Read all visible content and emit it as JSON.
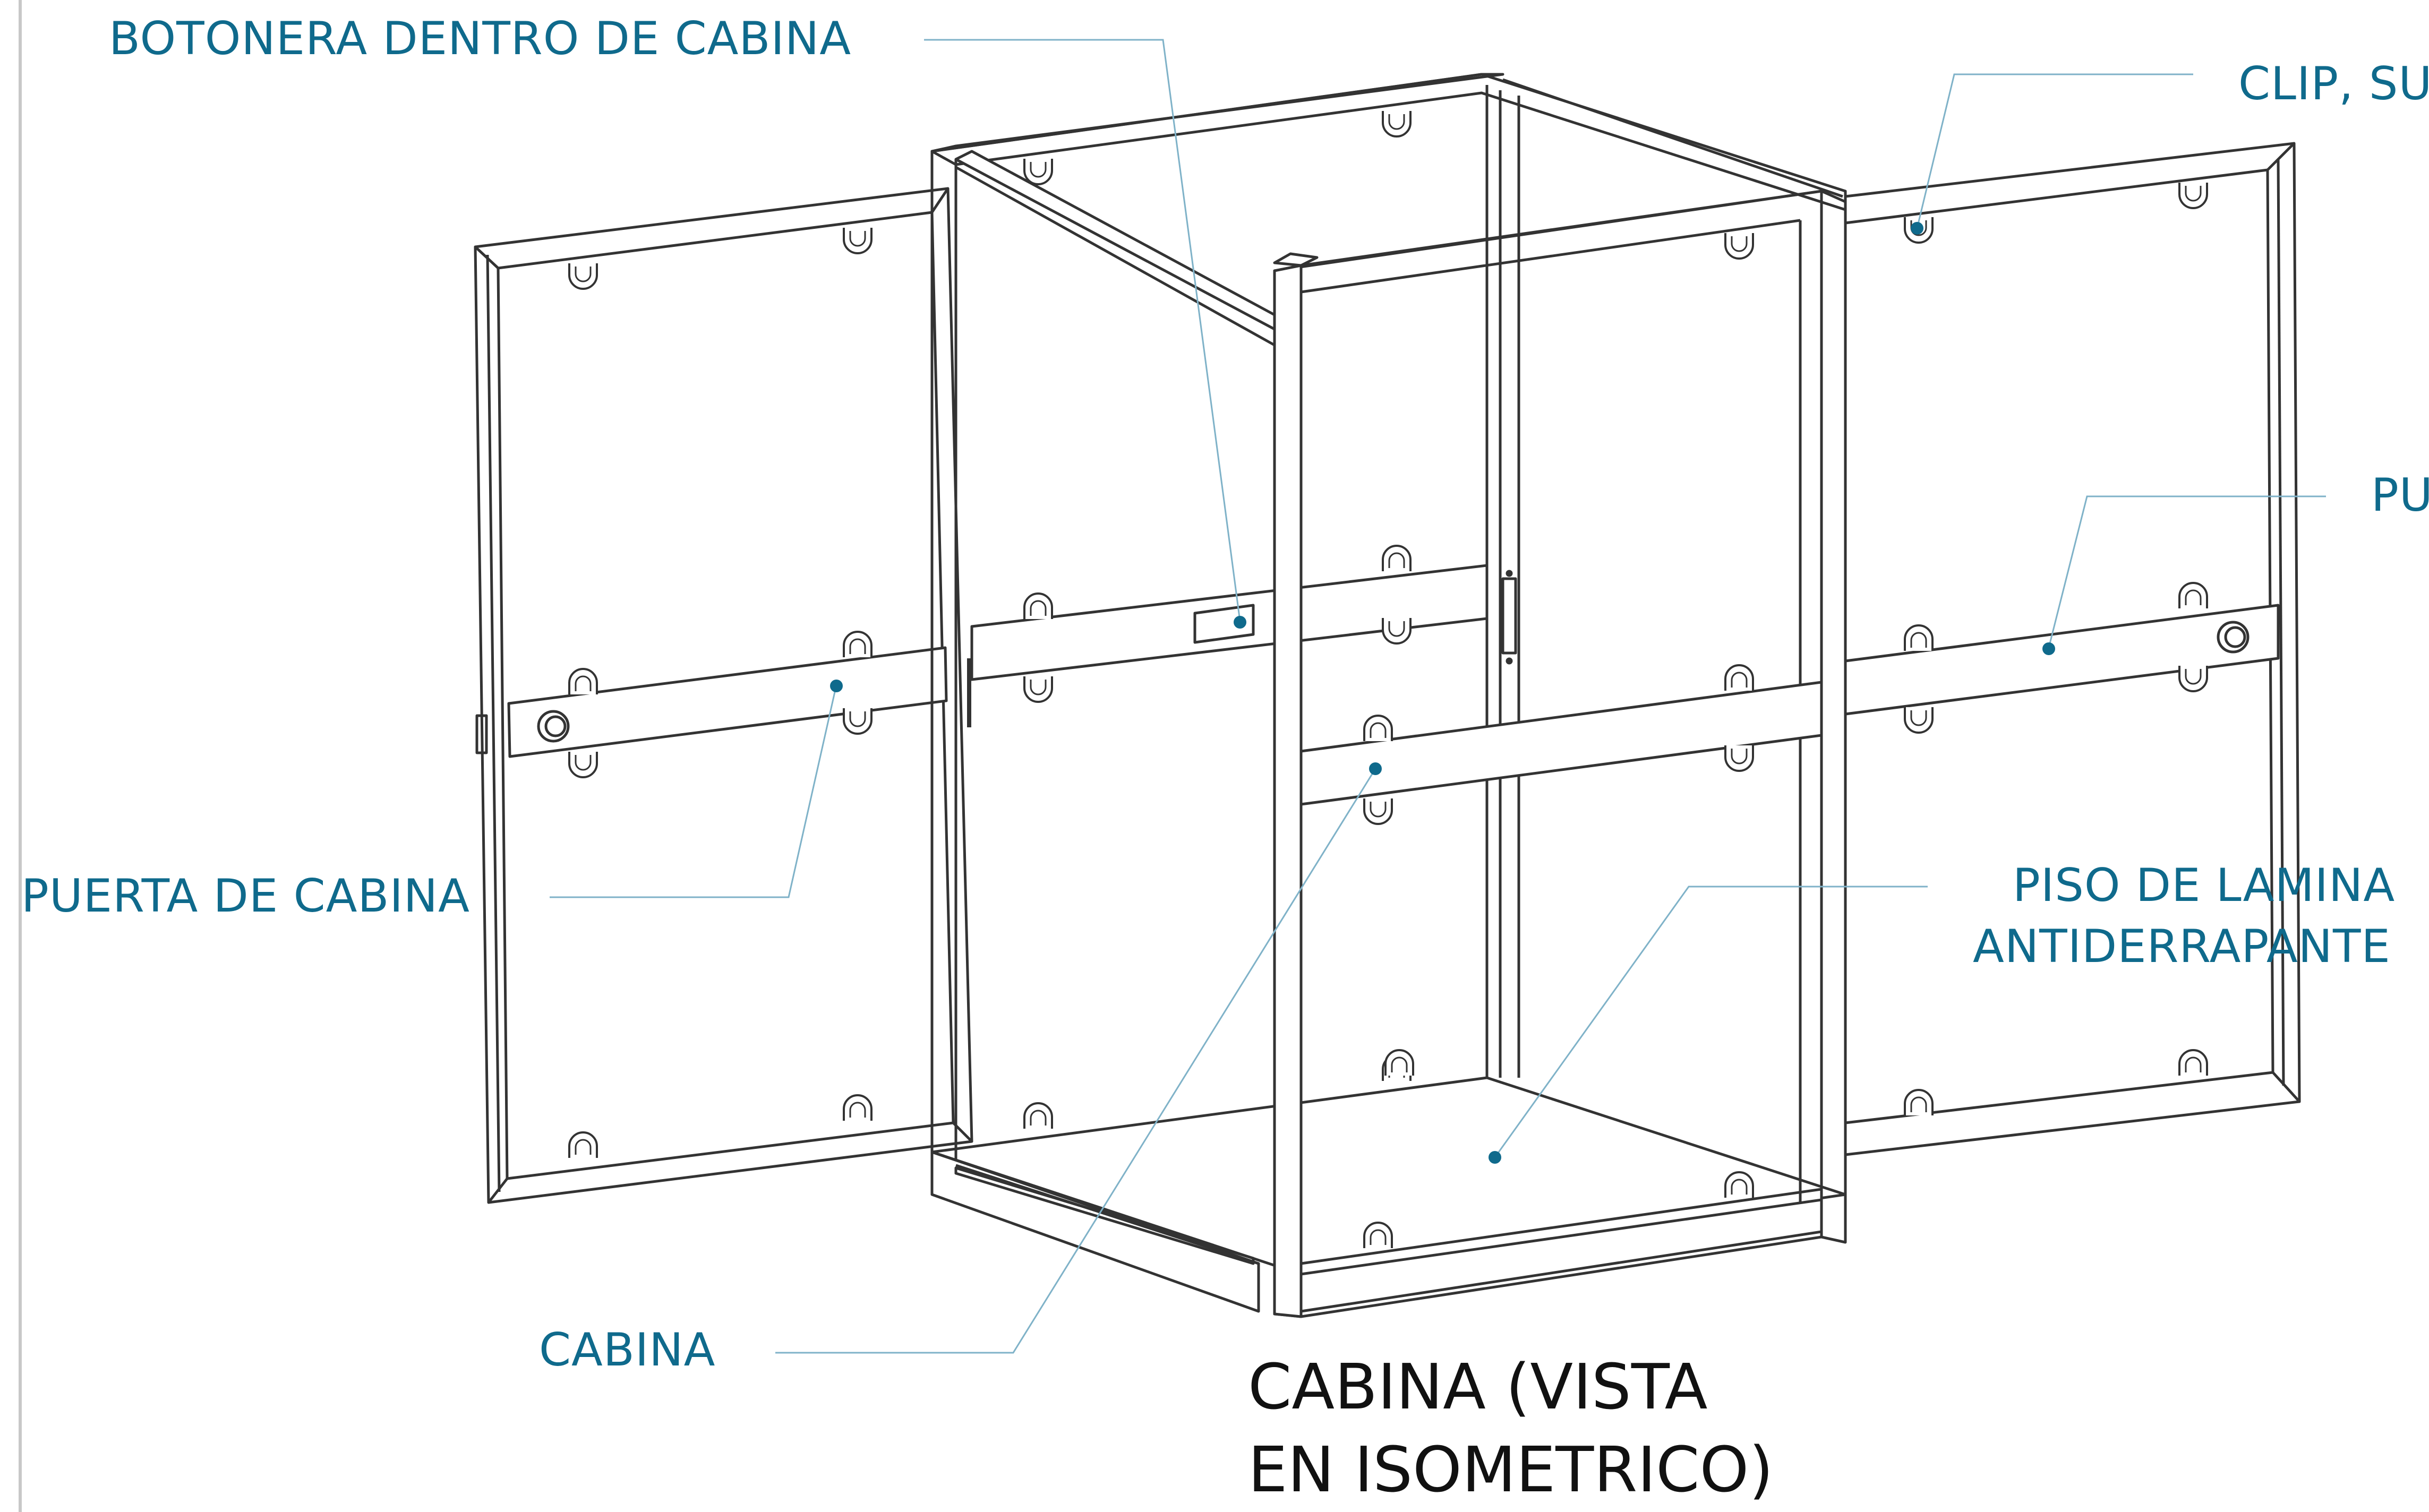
{
  "labels": {
    "botonera": "BOTONERA DENTRO DE CABINA",
    "clip": "CLIP, SU",
    "pu": "PU",
    "puerta": "PUERTA DE CABINA",
    "piso_line1": "PISO DE LAMINA",
    "piso_line2": "ANTIDERRAPANTE",
    "cabina": "CABINA"
  },
  "title": {
    "line1": "CABINA (VISTA",
    "line2": "EN ISOMETRICO)"
  },
  "colors": {
    "callout": "#0f6a8c",
    "leader": "#7fb2c8",
    "drawing_line": "#333333",
    "title": "#111111"
  }
}
